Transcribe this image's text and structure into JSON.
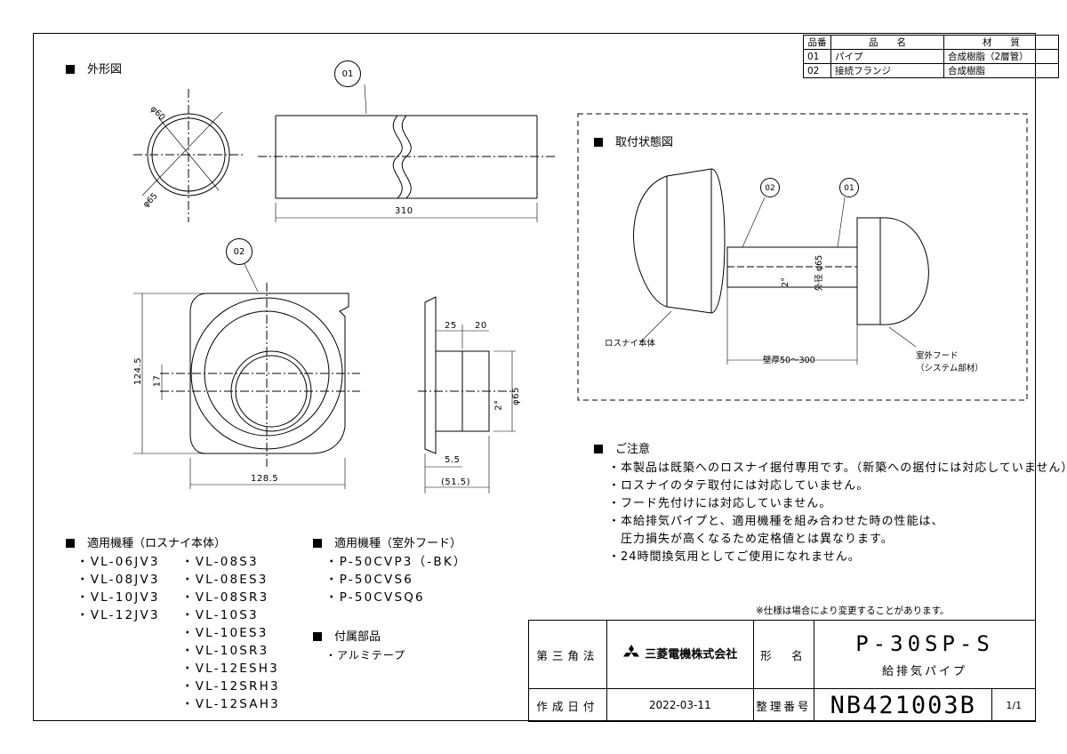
{
  "parts_table": {
    "headers": [
      "品番",
      "品　　名",
      "材　　質"
    ],
    "rows": [
      {
        "no": "01",
        "name": "パイプ",
        "material": "合成樹脂（2層管）"
      },
      {
        "no": "02",
        "name": "接続フランジ",
        "material": "合成樹脂"
      }
    ]
  },
  "outline": {
    "title": "外形図",
    "pipe_dia_inner": "φ60",
    "pipe_dia_outer": "φ65",
    "pipe_length": "310",
    "flange_height": "124.5",
    "flange_offset": "17",
    "flange_width": "128.5",
    "side_dim_25": "25",
    "side_dim_20": "20",
    "side_dia": "φ65",
    "side_angle": "2°",
    "side_dim_55": "5.5",
    "side_dim_515": "(51.5)",
    "tag_01": "01",
    "tag_02": "02"
  },
  "installed": {
    "title": "取付状態図",
    "tag_02": "02",
    "tag_01": "01",
    "outer_dia": "外径 φ65",
    "angle": "2°",
    "label_body": "ロスナイ本体",
    "wall": "壁厚50～300",
    "hood_line1": "室外フード",
    "hood_line2": "（システム部材）"
  },
  "notes": {
    "title": "ご注意",
    "items": [
      "・本製品は既築へのロスナイ据付専用です。（新築への据付には対応していません）",
      "・ロスナイのタテ取付には対応していません。",
      "・フード先付けには対応していません。",
      "・本給排気パイプと、適用機種を組み合わせた時の性能は、",
      "　圧力損失が高くなるため定格値とは異なります。",
      "・24時間換気用としてご使用になれません。"
    ]
  },
  "models_body": {
    "title": "適用機種（ロスナイ本体）",
    "col1": [
      "・VL-06JV3",
      "・VL-08JV3",
      "・VL-10JV3",
      "・VL-12JV3"
    ],
    "col2": [
      "・VL-08S3",
      "・VL-08ES3",
      "・VL-08SR3",
      "・VL-10S3",
      "・VL-10ES3",
      "・VL-10SR3",
      "・VL-12ESH3",
      "・VL-12SRH3",
      "・VL-12SAH3"
    ]
  },
  "models_hood": {
    "title": "適用機種（室外フード）",
    "items": [
      "・P-50CVP3（-BK）",
      "・P-50CVS6",
      "・P-50CVSQ6"
    ]
  },
  "accessories": {
    "title": "付属部品",
    "items": [
      "・アルミテープ"
    ]
  },
  "spec_note": "※仕様は場合により変更することがあります。",
  "title_block": {
    "projection": "第三角法",
    "company": "三菱電機株式会社",
    "model_label": "形　名",
    "model": "P-30SP-S",
    "product_name": "給排気パイプ",
    "date_label": "作成日付",
    "date": "2022-03-11",
    "number_label": "整理番号",
    "number": "NB421003B",
    "page": "1/1"
  },
  "colors": {
    "line": "#000000",
    "background": "#ffffff"
  }
}
